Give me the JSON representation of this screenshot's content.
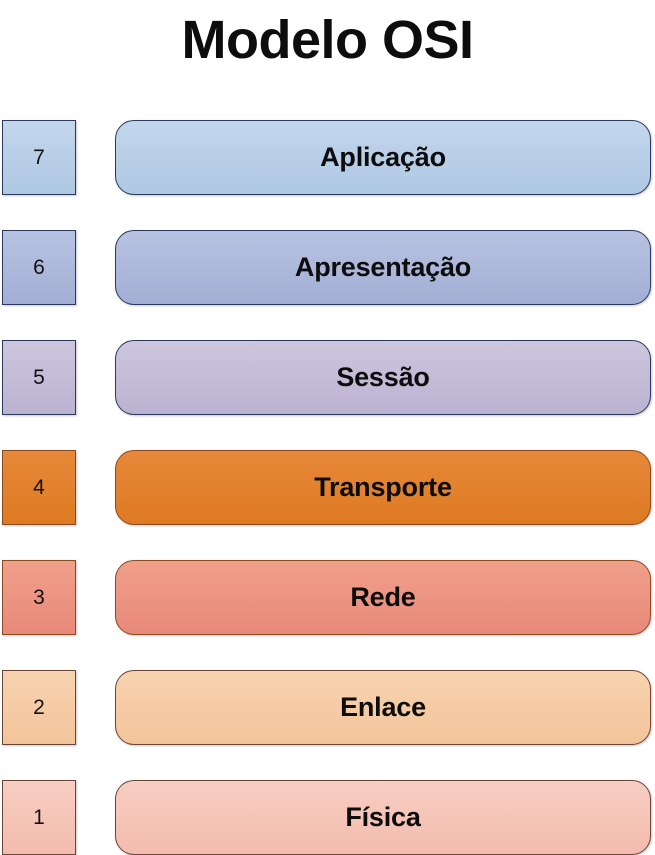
{
  "title": "Modelo OSI",
  "background_color": "#FFFFFF",
  "diagram": {
    "kind": "osi-model-stack",
    "layers": [
      {
        "number": "7",
        "name": "Aplicação",
        "fill_top": "#C3D6EC",
        "fill_bottom": "#AFC8E3",
        "border": "#2B3A5C",
        "tone": "cool"
      },
      {
        "number": "6",
        "name": "Apresentação",
        "fill_top": "#B8C2E2",
        "fill_bottom": "#A2AED4",
        "border": "#2B3A5C",
        "tone": "cool"
      },
      {
        "number": "5",
        "name": "Sessão",
        "fill_top": "#CDC6DE",
        "fill_bottom": "#BBB2D1",
        "border": "#2B3A5C",
        "tone": "cool"
      },
      {
        "number": "4",
        "name": "Transporte",
        "fill_top": "#E7893A",
        "fill_bottom": "#DE7A22",
        "border": "#8D4A1F",
        "tone": "warm"
      },
      {
        "number": "3",
        "name": "Rede",
        "fill_top": "#F0A08A",
        "fill_bottom": "#E8897A",
        "border": "#8D4A1F",
        "tone": "warm"
      },
      {
        "number": "2",
        "name": "Enlace",
        "fill_top": "#F7D3B0",
        "fill_bottom": "#F3C49A",
        "border": "#6B4535",
        "tone": "warm-soft"
      },
      {
        "number": "1",
        "name": "Física",
        "fill_top": "#F7CEC2",
        "fill_bottom": "#F3BCAE",
        "border": "#6B4535",
        "tone": "warm-soft"
      }
    ]
  }
}
